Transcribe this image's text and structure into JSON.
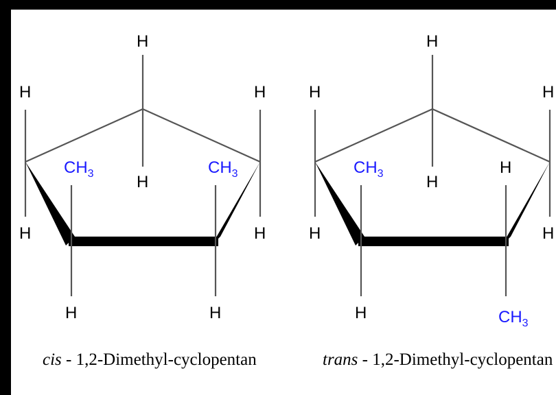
{
  "colors": {
    "background": "#ffffff",
    "frame": "#000000",
    "bond": "#555555",
    "atom_h": "#000000",
    "methyl": "#1a1aff"
  },
  "atoms": {
    "h": "H",
    "methyl_c": "CH",
    "methyl_sub": "3"
  },
  "molecules": [
    {
      "prefix": "cis",
      "separator": " - ",
      "name": "1,2-Dimethyl-cyclopentan"
    },
    {
      "prefix": "trans",
      "separator": " - ",
      "name": "1,2-Dimethyl-cyclopentan"
    }
  ]
}
